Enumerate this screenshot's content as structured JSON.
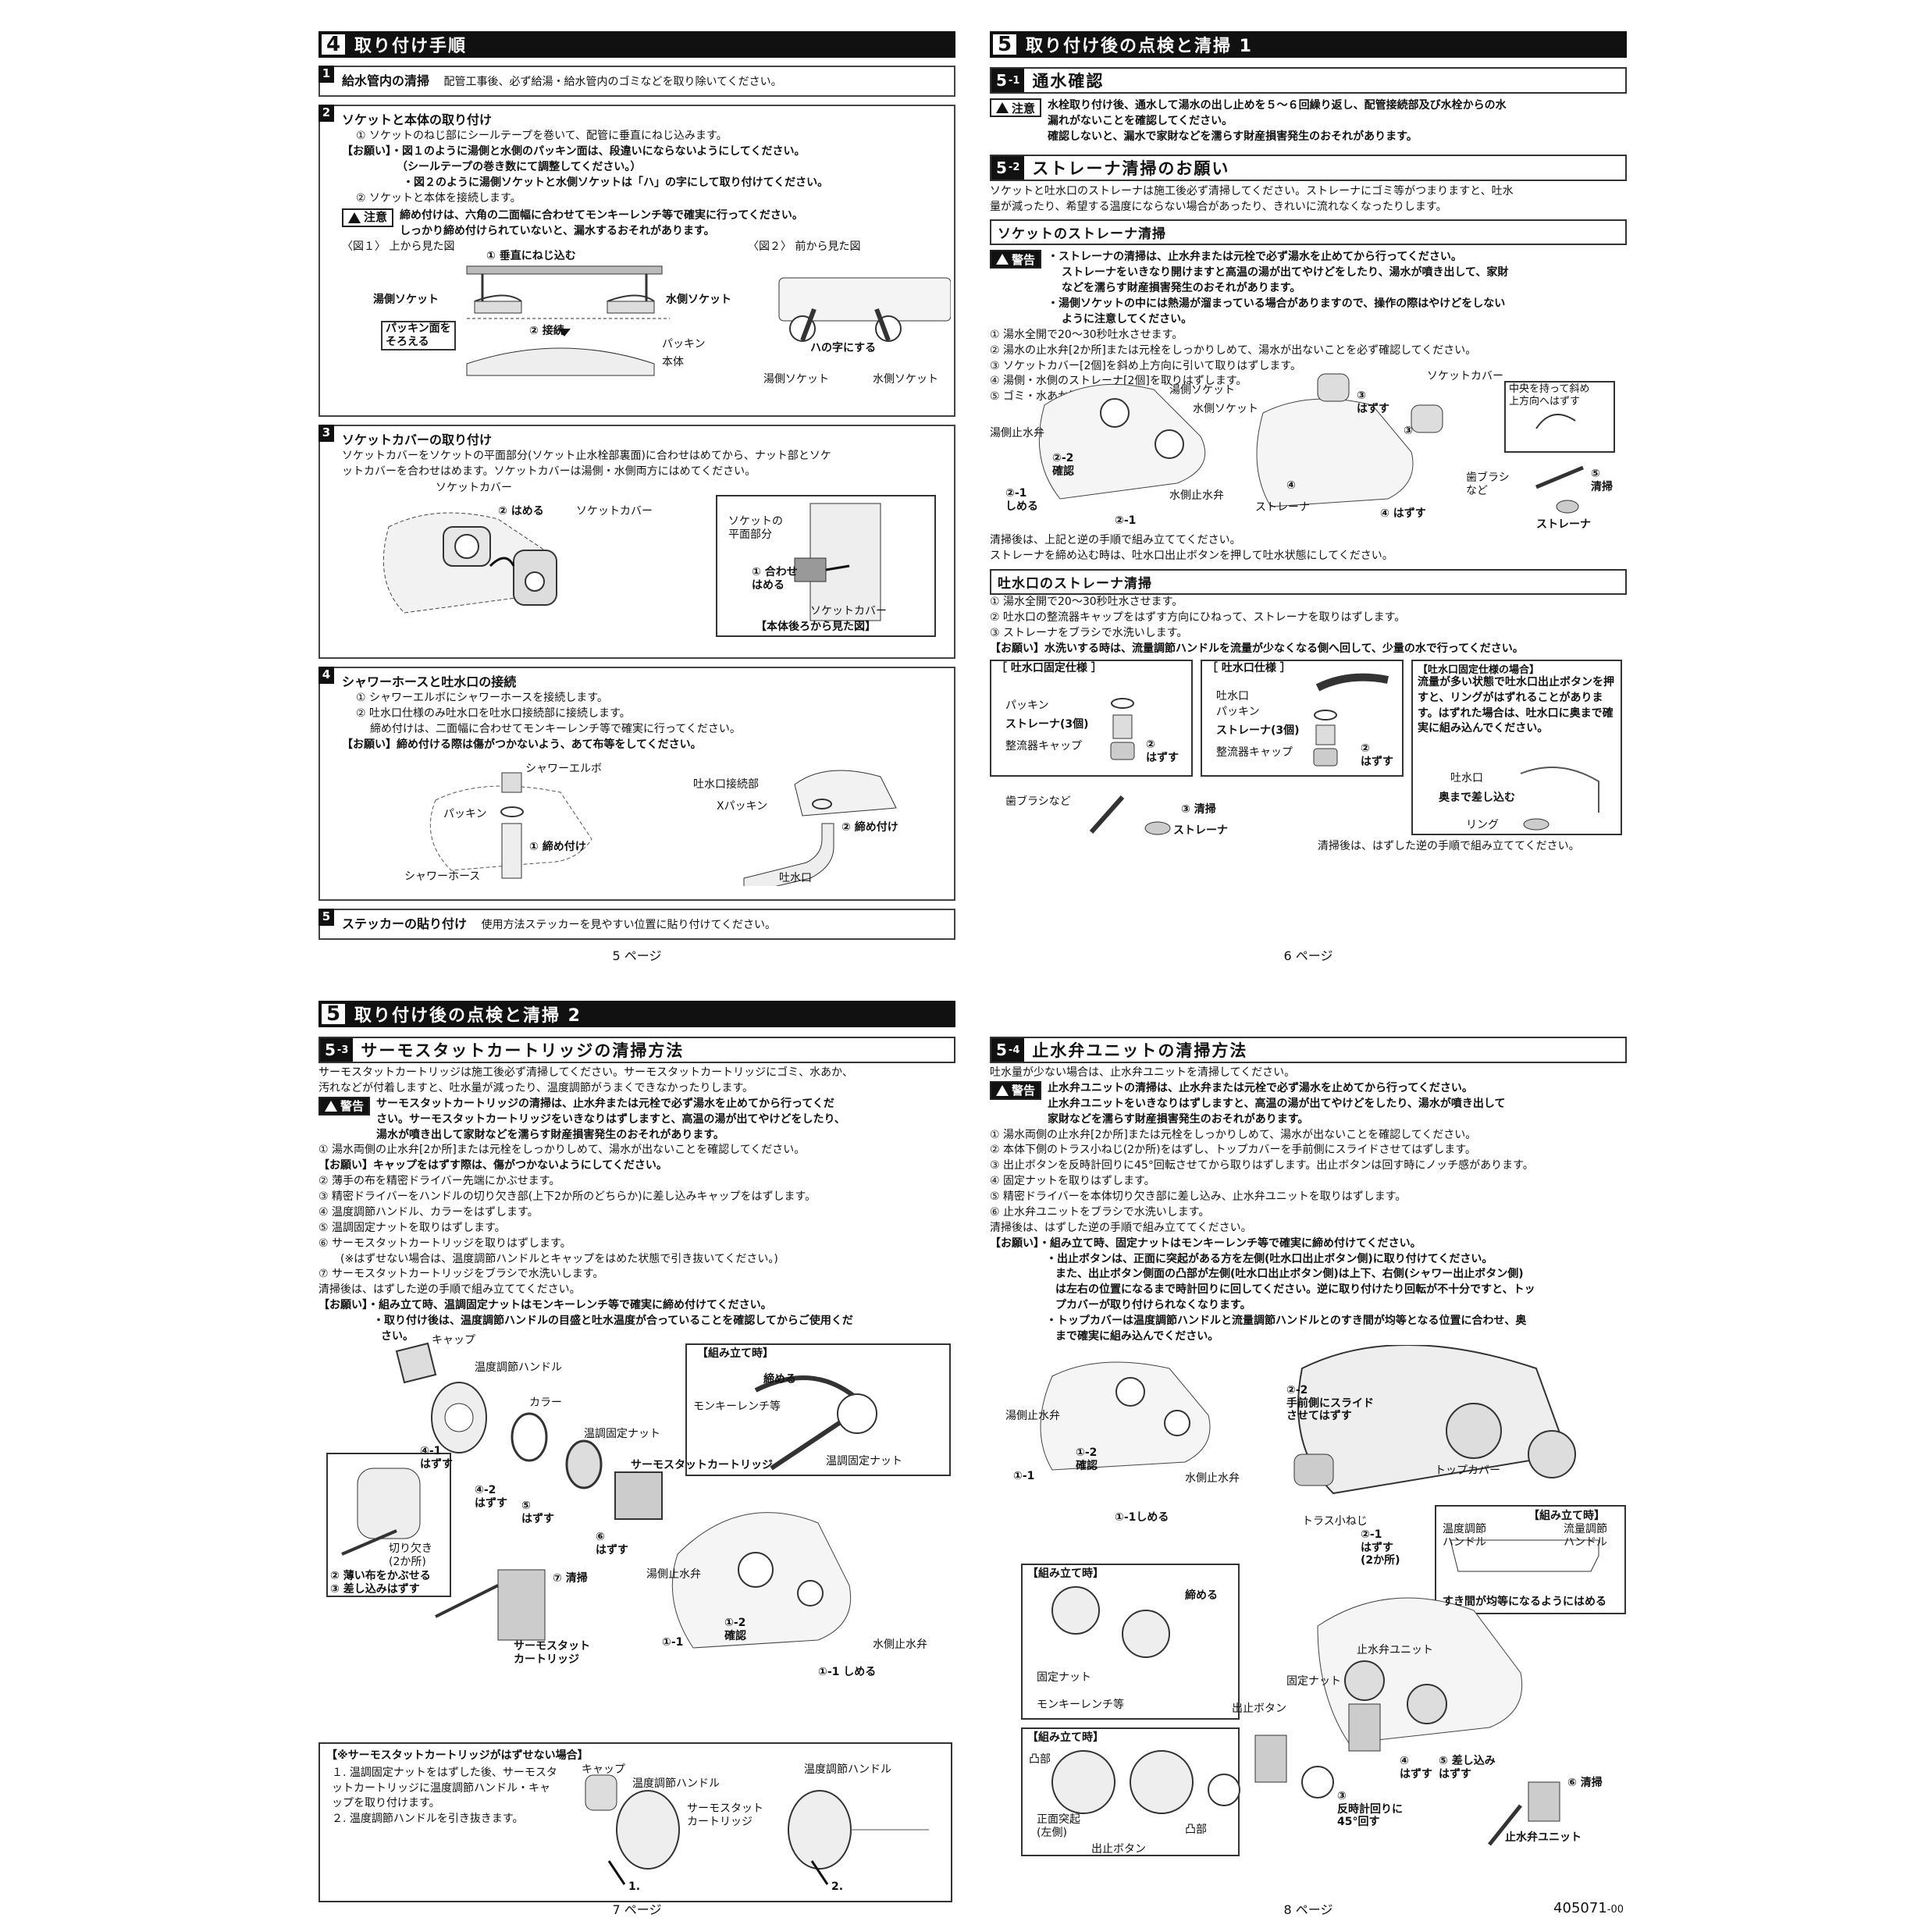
{
  "q1": {
    "section_num": "4",
    "section_title": "取り付け手順",
    "s1": {
      "num": "1",
      "title": "給水管内の清掃",
      "desc": "配管工事後、必ず給湯・給水管内のゴミなどを取り除いてください。"
    },
    "s2": {
      "num": "2",
      "title": "ソケットと本体の取り付け",
      "l1": "① ソケットのねじ部にシールテープを巻いて、配管に垂直にねじ込みます。",
      "l2": "【お願い】・図１のように湯側と水側のパッキン面は、段違いにならないようにしてください。",
      "l3": "（シールテープの巻き数にて調整してください。）",
      "l4": "・図２のように湯側ソケットと水側ソケットは「ハ」の字にして取り付けてください。",
      "l5": "② ソケットと本体を接続します。",
      "caution": "注意",
      "c1": "締め付けは、六角の二面幅に合わせてモンキーレンチ等で確実に行ってください。",
      "c2": "しっかり締め付けられていないと、漏水するおそれがあります。",
      "fig1_caption": "〈図１〉 上から見た図",
      "fig2_caption": "〈図２〉 前から見た図",
      "f1_vertical": "① 垂直にねじ込む",
      "f1_hot": "湯側ソケット",
      "f1_cold": "水側ソケット",
      "f1_align": "パッキン面を\nそろえる",
      "f1_connect": "② 接続",
      "f1_packing": "パッキン",
      "f1_body": "本体",
      "f2_ha": "ハの字にする",
      "f2_hot": "湯側ソケット",
      "f2_cold": "水側ソケット"
    },
    "s3": {
      "num": "3",
      "title": "ソケットカバーの取り付け",
      "l1": "ソケットカバーをソケットの平面部分(ソケット止水栓部裏面)に合わせはめてから、ナット部とソケ",
      "l2": "ットカバーを合わせはめます。ソケットカバーは湯側・水側両方にはめてください。",
      "f_cover1": "ソケットカバー",
      "f_fit2": "② はめる",
      "f_cover2": "ソケットカバー",
      "f_flat": "ソケットの\n平面部分",
      "f_fit1": "① 合わせ\nはめる",
      "f_cover3": "ソケットカバー",
      "f_rear": "【本体後ろから見た図】"
    },
    "s4": {
      "num": "4",
      "title": "シャワーホースと吐水口の接続",
      "l1": "① シャワーエルボにシャワーホースを接続します。",
      "l2": "② 吐水口仕様のみ吐水口を吐水口接続部に接続します。",
      "l3": "締め付けは、二面幅に合わせてモンキーレンチ等で確実に行ってください。",
      "l4": "【お願い】締め付ける際は傷がつかないよう、あて布等をしてください。",
      "f_elbow": "シャワーエルボ",
      "f_packing": "パッキン",
      "f_tighten1": "① 締め付け",
      "f_hose": "シャワーホース",
      "f_spout_joint": "吐水口接続部",
      "f_xpacking": "Xパッキン",
      "f_tighten2": "② 締め付け",
      "f_spout": "吐水口"
    },
    "s5": {
      "num": "5",
      "title": "ステッカーの貼り付け",
      "desc": "使用方法ステッカーを見やすい位置に貼り付けてください。"
    },
    "page": "5 ページ"
  },
  "q2": {
    "section_num": "5",
    "section_title": "取り付け後の点検と清掃 1",
    "s51": {
      "tag": "5",
      "tag_sub": "-1",
      "title": "通水確認",
      "caution": "注意",
      "l1": "水栓取り付け後、通水して湯水の出し止めを５〜６回繰り返し、配管接続部及び水栓からの水",
      "l2": "漏れがないことを確認してください。",
      "l3": "確認しないと、漏水で家財などを濡らす財産損害発生のおそれがあります。"
    },
    "s52": {
      "tag": "5",
      "tag_sub": "-2",
      "title": "ストレーナ清掃のお願い",
      "l1": "ソケットと吐水口のストレーナは施工後必ず清掃してください。ストレーナにゴミ等がつまりますと、吐水",
      "l2": "量が減ったり、希望する温度にならない場合があったり、きれいに流れなくなったりします。"
    },
    "socket": {
      "head": "ソケットのストレーナ清掃",
      "warning": "警告",
      "w1": "・ストレーナの清掃は、止水弁または元栓で必ず湯水を止めてから行ってください。",
      "w2": "ストレーナをいきなり開けますと高温の湯が出てやけどをしたり、湯水が噴き出して、家財",
      "w3": "などを濡らす財産損害発生のおそれがあります。",
      "w4": "・湯側ソケットの中には熱湯が溜まっている場合がありますので、操作の際はやけどをしない",
      "w5": "ように注意してください。",
      "s1": "① 湯水全開で20〜30秒吐水させます。",
      "s2": "② 湯水の止水弁[2か所]または元栓をしっかりしめて、湯水が出ないことを必ず確認してください。",
      "s3": "③ ソケットカバー[2個]を斜め上方向に引いて取りはずします。",
      "s4": "④ 湯側・水側のストレーナ[2個]を取りはずします。",
      "s5": "⑤ ゴミ・水あか等を洗い流します。",
      "f_hot_socket": "湯側ソケット",
      "f_cold_socket": "水側ソケット",
      "f_hot_valve": "湯側止水弁",
      "f_22": "②-2\n確認",
      "f_21a": "②-1\nしめる",
      "f_21b": "②-1",
      "f_cold_valve": "水側止水弁",
      "f_3a": "③\nはずす",
      "f_3b": "③",
      "f_cover": "ソケットカバー",
      "f_4a": "④",
      "f_strainer1": "ストレーナ",
      "f_4b": "④ はずす",
      "f_hint": "中央を持って斜め\n上方向へはずす",
      "f_brush": "歯ブラシ\nなど",
      "f_5": "⑤\n清掃",
      "f_strainer2": "ストレーナ",
      "after1": "清掃後は、上記と逆の手順で組み立ててください。",
      "after2": "ストレーナを締め込む時は、吐水口出止ボタンを押して吐水状態にしてください。"
    },
    "spout": {
      "head": "吐水口のストレーナ清掃",
      "s1": "① 湯水全開で20〜30秒吐水させます。",
      "s2": "② 吐水口の整流器キャップをはずす方向にひねって、ストレーナを取りはずします。",
      "s3": "③ ストレーナをブラシで水洗いします。",
      "req": "【お願い】水洗いする時は、流量調節ハンドルを流量が少なくなる側へ回して、少量の水で行ってください。",
      "fixed_head": "［ 吐水口固定仕様 ］",
      "fixed_packing": "パッキン",
      "fixed_strainer": "ストレーナ(3個)",
      "fixed_cap": "整流器キャップ",
      "fixed_remove": "②\nはずす",
      "std_head": "［ 吐水口仕様 ］",
      "std_spout": "吐水口",
      "std_packing": "パッキン",
      "std_strainer": "ストレーナ(3個)",
      "std_cap": "整流器キャップ",
      "std_remove": "②\nはずす",
      "note_head": "【吐水口固定仕様の場合】",
      "note_body": "流量が多い状態で吐水口出止ボタンを押すと、リングがはずれることがあります。はずれた場合は、吐水口に奥まで確実に組み込んでください。",
      "note_spout": "吐水口",
      "note_insert": "奥まで差し込む",
      "note_ring": "リング",
      "brush": "歯ブラシなど",
      "clean": "③ 清掃",
      "strainer": "ストレーナ",
      "after": "清掃後は、はずした逆の手順で組み立ててください。"
    },
    "page": "6 ページ"
  },
  "q3": {
    "section_num": "5",
    "section_title": "取り付け後の点検と清掃 2",
    "tag": "5",
    "tag_sub": "-3",
    "title": "サーモスタットカートリッジの清掃方法",
    "i1": "サーモスタットカートリッジは施工後必ず清掃してください。サーモスタットカートリッジにゴミ、水あか、",
    "i2": "汚れなどが付着しますと、吐水量が減ったり、温度調節がうまくできなかったりします。",
    "warning": "警告",
    "w1": "サーモスタットカートリッジの清掃は、止水弁または元栓で必ず湯水を止めてから行ってくだ",
    "w2": "さい。サーモスタットカートリッジをいきなりはずしますと、高温の湯が出てやけどをしたり、",
    "w3": "湯水が噴き出して家財などを濡らす財産損害発生のおそれがあります。",
    "s1": "① 湯水両側の止水弁[2か所]または元栓をしっかりしめて、湯水が出ないことを確認してください。",
    "r1": "【お願い】キャップをはずす際は、傷がつかないようにしてください。",
    "s2": "② 薄手の布を精密ドライバー先端にかぶせます。",
    "s3": "③ 精密ドライバーをハンドルの切り欠き部(上下2か所のどちらか)に差し込みキャップをはずします。",
    "s4": "④ 温度調節ハンドル、カラーをはずします。",
    "s5": "⑤ 温調固定ナットを取りはずします。",
    "s6": "⑥ サーモスタットカートリッジを取りはずします。",
    "s6n": "(※はずせない場合は、温度調節ハンドルとキャップをはめた状態で引き抜いてください。)",
    "s7": "⑦ サーモスタットカートリッジをブラシで水洗いします。",
    "after": "清掃後は、はずした逆の手順で組み立ててください。",
    "r2": "【お願い】・組み立て時、温調固定ナットはモンキーレンチ等で確実に締め付けてください。",
    "r3": "・取り付け後は、温度調節ハンドルの目盛と吐水温度が合っていることを確認してからご使用くだ",
    "r4": "さい。",
    "f_cap": "キャップ",
    "f_handle": "温度調節ハンドル",
    "f_collar": "カラー",
    "f_nut": "温調固定ナット",
    "f_cart": "サーモスタットカートリッジ",
    "f_41": "④-1\nはずす",
    "f_42": "④-2\nはずす",
    "f_5": "⑤\nはずす",
    "f_6": "⑥\nはずす",
    "f_notch": "切り欠き\n(2か所)",
    "f_cloth": "② 薄い布をかぶせる\n③ 差し込みはずす",
    "f_7": "⑦ 清掃",
    "f_cart2": "サーモスタット\nカートリッジ",
    "f_hot_valve": "湯側止水弁",
    "f_1a": "①-1",
    "f_12": "①-2\n確認",
    "f_1b": "①-1 しめる",
    "f_cold_valve": "水側止水弁",
    "asm_head": "【組み立て時】",
    "asm_tighten": "締める",
    "asm_wrench": "モンキーレンチ等",
    "asm_nut": "温調固定ナット",
    "alt_head": "【※サーモスタットカートリッジがはずせない場合】",
    "alt_1": "１. 温調固定ナットをはずした後、サーモスタットカートリッジに温度調節ハンドル・キャップを取り付けます。",
    "alt_2": "２. 温度調節ハンドルを引き抜きます。",
    "alt_cap": "キャップ",
    "alt_handle": "温度調節ハンドル",
    "alt_cart": "サーモスタット\nカートリッジ",
    "alt_handle2": "温度調節ハンドル",
    "alt_n1": "1.",
    "alt_n2": "2.",
    "page": "7 ページ"
  },
  "q4": {
    "tag": "5",
    "tag_sub": "-4",
    "title": "止水弁ユニットの清掃方法",
    "i1": "吐水量が少ない場合は、止水弁ユニットを清掃してください。",
    "warning": "警告",
    "w1": "止水弁ユニットの清掃は、止水弁または元栓で必ず湯水を止めてから行ってください。",
    "w2": "止水弁ユニットをいきなりはずしますと、高温の湯が出てやけどをしたり、湯水が噴き出して",
    "w3": "家財などを濡らす財産損害発生のおそれがあります。",
    "s1": "① 湯水両側の止水弁[2か所]または元栓をしっかりしめて、湯水が出ないことを確認してください。",
    "s2": "② 本体下側のトラス小ねじ(2か所)をはずし、トップカバーを手前側にスライドさせてはずします。",
    "s3": "③ 出止ボタンを反時計回りに45°回転させてから取りはずします。出止ボタンは回す時にノッチ感があります。",
    "s4": "④ 固定ナットを取りはずします。",
    "s5": "⑤ 精密ドライバーを本体切り欠き部に差し込み、止水弁ユニットを取りはずします。",
    "s6": "⑥ 止水弁ユニットをブラシで水洗いします。",
    "after": "清掃後は、はずした逆の手順で組み立ててください。",
    "r1": "【お願い】・組み立て時、固定ナットはモンキーレンチ等で確実に締め付けてください。",
    "r2": "・出止ボタンは、正面に突起がある方を左側(吐水口出止ボタン側)に取り付けてください。",
    "r3": "また、出止ボタン側面の凸部が左側(吐水口出止ボタン側)は上下、右側(シャワー出止ボタン側)",
    "r4": "は左右の位置になるまで時計回りに回してください。逆に取り付けたり回転が不十分ですと、トッ",
    "r5": "プカバーが取り付けられなくなります。",
    "r6": "・トップカバーは温度調節ハンドルと流量調節ハンドルとのすき間が均等となる位置に合わせ、奥",
    "r7": "まで確実に組み込んでください。",
    "f_hot_valve": "湯側止水弁",
    "f_1a": "①-1",
    "f_12": "①-2\n確認",
    "f_1b": "①-1しめる",
    "f_cold_valve": "水側止水弁",
    "f_22": "②-2\n手前側にスライド\nさせてはずす",
    "f_top": "トップカバー",
    "f_truss": "トラス小ねじ",
    "f_21": "②-1\nはずす\n(2か所)",
    "asm1_head": "【組み立て時】",
    "asm1_temp": "温度調節\nハンドル",
    "asm1_flow": "流量調節\nハンドル",
    "asm1_gap": "すき間が均等になるようにはめる",
    "asm2_head": "【組み立て時】",
    "asm2_tighten": "締める",
    "asm2_nut": "固定ナット",
    "asm2_wrench": "モンキーレンチ等",
    "f_unit": "止水弁ユニット",
    "f_nut": "固定ナット",
    "f_button": "出止ボタン",
    "f_4": "④\nはずす",
    "f_5": "⑤ 差し込み\nはずす",
    "f_3": "③\n反時計回りに\n45°回す",
    "f_6": "⑥ 清掃",
    "f_unit2": "止水弁ユニット",
    "asm3_head": "【組み立て時】",
    "asm3_convex": "凸部",
    "asm3_front": "正面突起\n(左側)",
    "asm3_button": "出止ボタン",
    "asm3_convex2": "凸部",
    "page": "8 ページ",
    "doc_id": "405071",
    "doc_rev": "-00"
  }
}
